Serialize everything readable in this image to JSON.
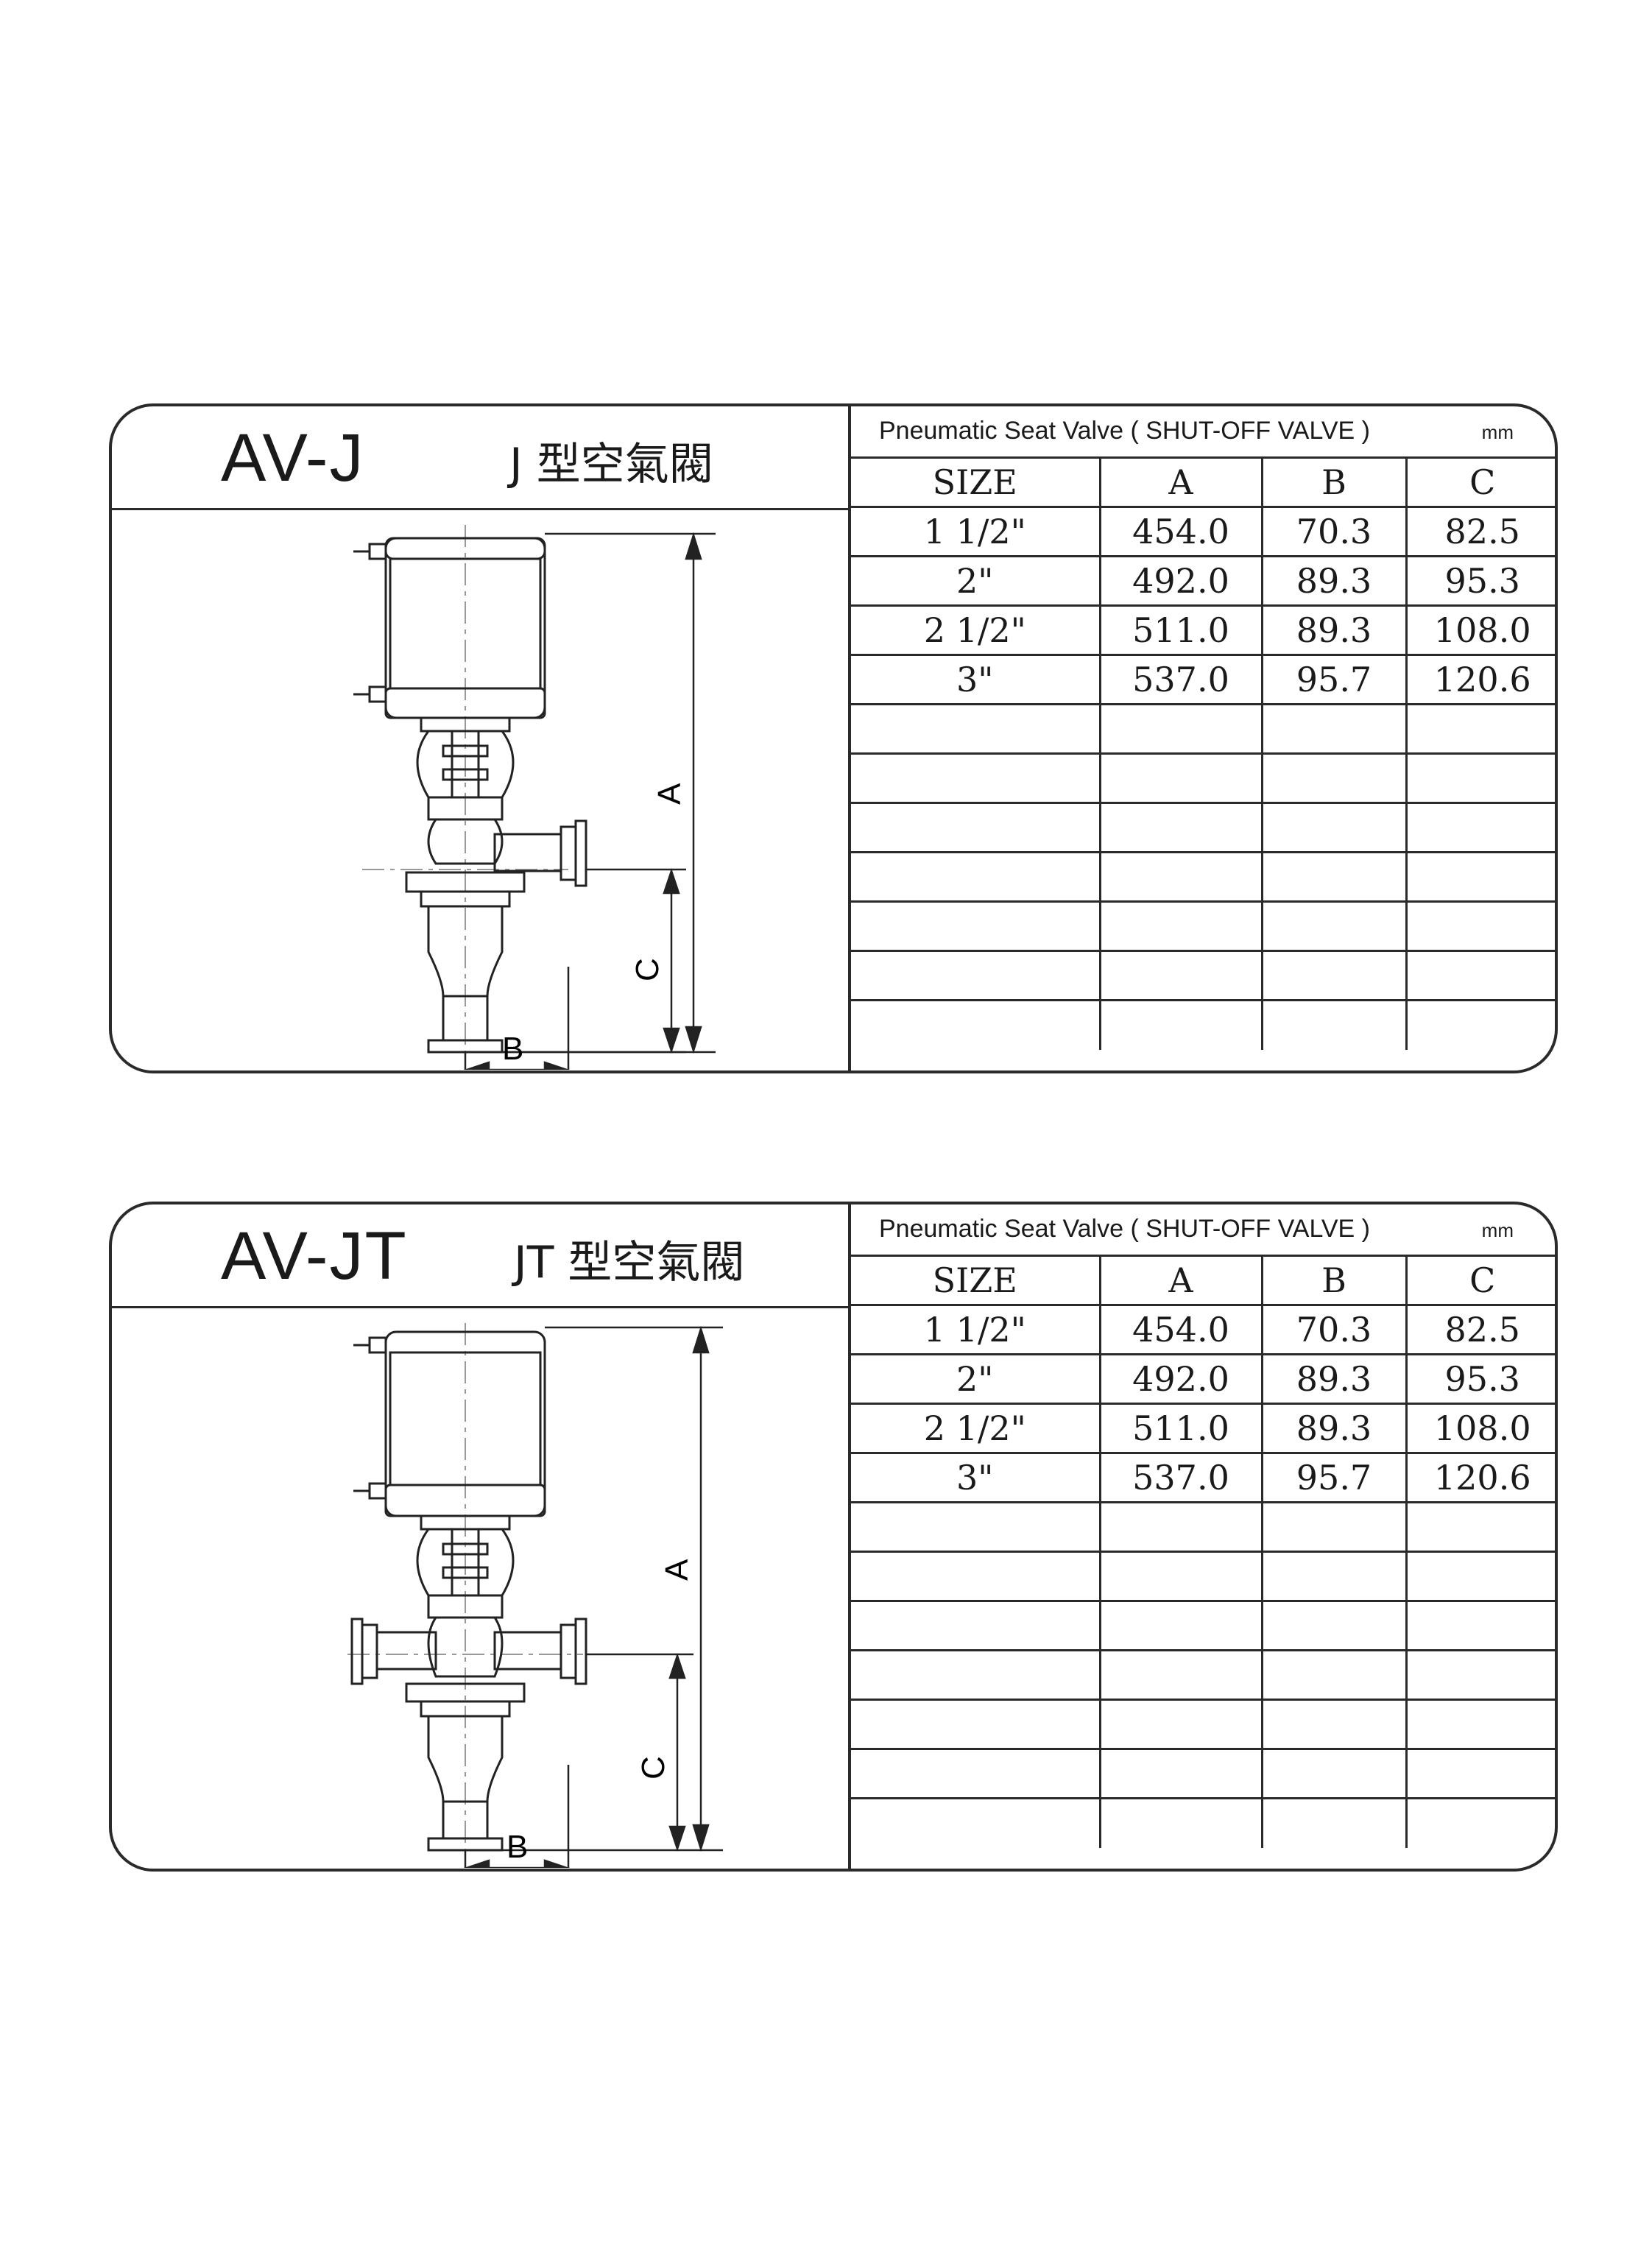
{
  "panels": [
    {
      "model": "AV-J",
      "chinese_title": "J 型空氣閥",
      "spec_title": "Pneumatic Seat Valve ( SHUT-OFF VALVE )",
      "unit": "mm",
      "columns": [
        "SIZE",
        "A",
        "B",
        "C"
      ],
      "rows": [
        [
          "1 1/2\"",
          "454.0",
          "70.3",
          "82.5"
        ],
        [
          "2\"",
          "492.0",
          "89.3",
          "95.3"
        ],
        [
          "2 1/2\"",
          "511.0",
          "89.3",
          "108.0"
        ],
        [
          "3\"",
          "537.0",
          "95.7",
          "120.6"
        ]
      ],
      "drawing": {
        "label_a": "A",
        "label_b": "B",
        "label_c": "C"
      }
    },
    {
      "model": "AV-JT",
      "chinese_title": "JT 型空氣閥",
      "spec_title": "Pneumatic Seat Valve ( SHUT-OFF VALVE )",
      "unit": "mm",
      "columns": [
        "SIZE",
        "A",
        "B",
        "C"
      ],
      "rows": [
        [
          "1 1/2\"",
          "454.0",
          "70.3",
          "82.5"
        ],
        [
          "2\"",
          "492.0",
          "89.3",
          "95.3"
        ],
        [
          "2 1/2\"",
          "511.0",
          "89.3",
          "108.0"
        ],
        [
          "3\"",
          "537.0",
          "95.7",
          "120.6"
        ]
      ],
      "drawing": {
        "label_a": "A",
        "label_b": "B",
        "label_c": "C"
      }
    }
  ]
}
